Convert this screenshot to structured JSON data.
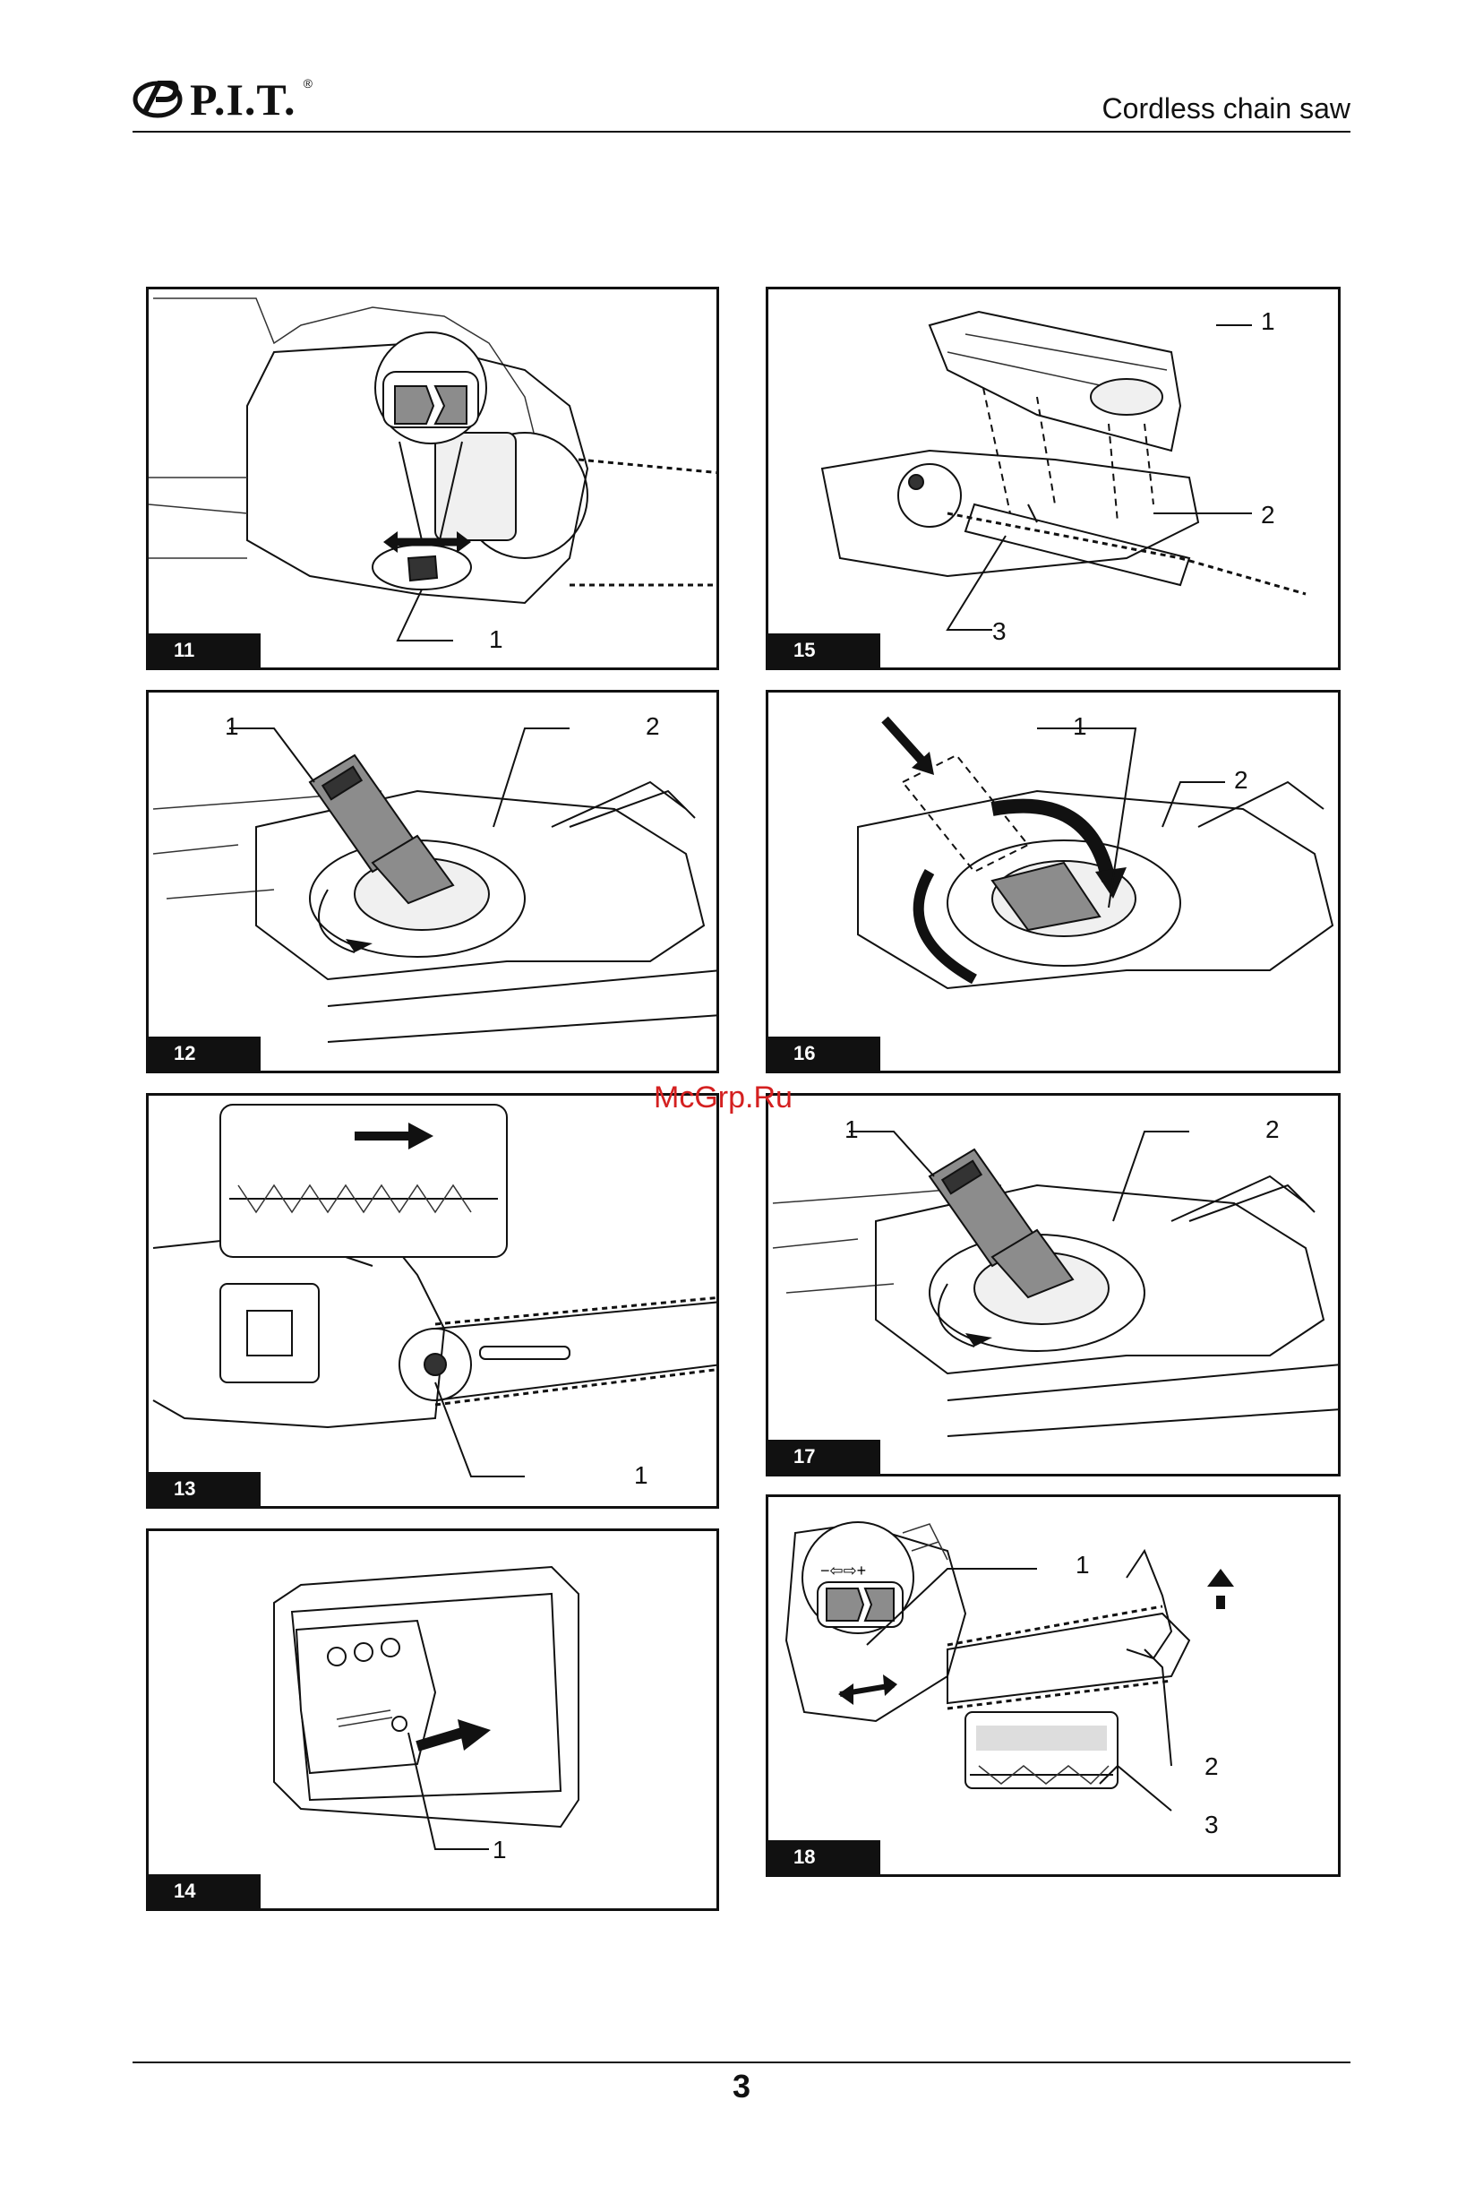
{
  "header": {
    "brand": "P.I.T.",
    "registered": "®",
    "title": "Cordless chain saw"
  },
  "watermark": "McGrp.Ru",
  "page_number": "3",
  "figures": [
    {
      "label": "11",
      "callouts": [
        "1"
      ],
      "symbol": "−⇦⇨+"
    },
    {
      "label": "15",
      "callouts": [
        "1",
        "2",
        "3"
      ]
    },
    {
      "label": "12",
      "callouts": [
        "1",
        "2"
      ]
    },
    {
      "label": "16",
      "callouts": [
        "1",
        "2"
      ]
    },
    {
      "label": "13",
      "callouts": [
        "1"
      ]
    },
    {
      "label": "17",
      "callouts": [
        "1",
        "2"
      ]
    },
    {
      "label": "14",
      "callouts": [
        "1"
      ]
    },
    {
      "label": "18",
      "callouts": [
        "1",
        "2",
        "3"
      ],
      "symbol": "−⇦⇨+"
    }
  ]
}
